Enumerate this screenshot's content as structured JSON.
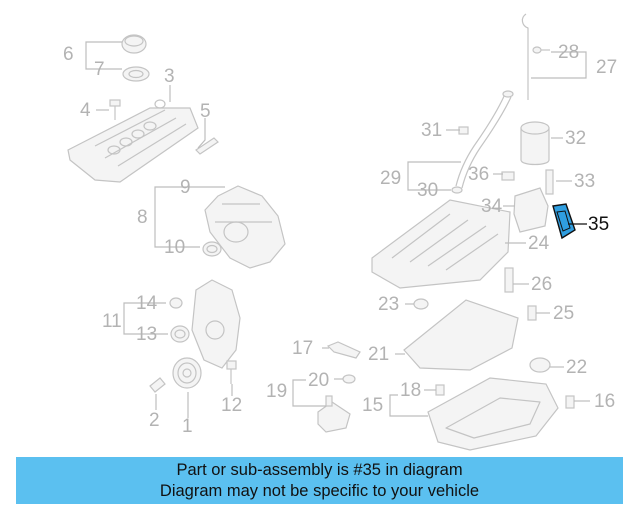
{
  "callouts": {
    "n1": "1",
    "n2": "2",
    "n3": "3",
    "n4": "4",
    "n5": "5",
    "n6": "6",
    "n7": "7",
    "n8": "8",
    "n9": "9",
    "n10": "10",
    "n11": "11",
    "n12": "12",
    "n13": "13",
    "n14": "14",
    "n15": "15",
    "n16": "16",
    "n17": "17",
    "n18": "18",
    "n19": "19",
    "n20": "20",
    "n21": "21",
    "n22": "22",
    "n23": "23",
    "n24": "24",
    "n25": "25",
    "n26": "26",
    "n27": "27",
    "n28": "28",
    "n29": "29",
    "n30": "30",
    "n31": "31",
    "n32": "32",
    "n33": "33",
    "n34": "34",
    "n35": "35",
    "n36": "36"
  },
  "highlight": {
    "part_number": "35",
    "color": "#2f9ee0"
  },
  "banner": {
    "line1": "Part or sub-assembly is #35 in diagram",
    "line2": "Diagram may not be specific to your vehicle",
    "background": "#5bc0f0"
  }
}
